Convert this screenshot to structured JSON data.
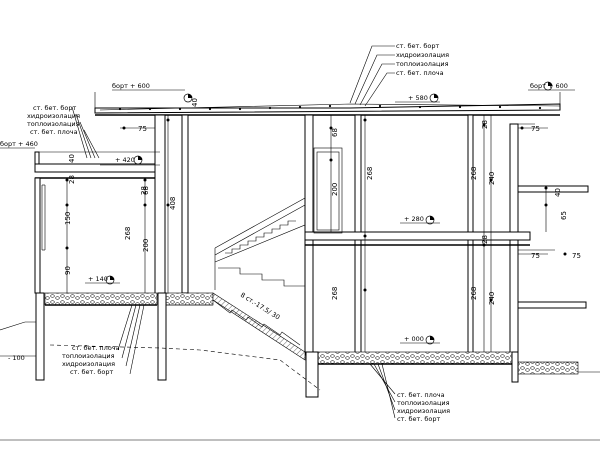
{
  "layers": {
    "roof": [
      "ст. бет. борт",
      "хидроизолация",
      "топлоизолация",
      "ст. бет. плоча"
    ],
    "left_terrace": [
      "ст. бет. борт",
      "хидроизолация",
      "топлоизолация",
      "ст. бет. плоча"
    ],
    "left_floor": [
      "ст. бет. плоча",
      "топлоизолация",
      "хидроизолация",
      "ст. бет. борт"
    ],
    "bottom_floor": [
      "ст. бет. плоча",
      "топлоизолация",
      "хидроизолация",
      "ст. бет. борт"
    ]
  },
  "levels": {
    "roof_left": "борт + 600",
    "roof_right": "борт + 600",
    "roof_mid": "+ 580",
    "terrace": "борт + 460",
    "terrace_floor": "+ 420",
    "left_floor": "+ 140",
    "upper_floor": "+ 280",
    "ground": "+ 000",
    "outside": "- 100"
  },
  "stair_label": "8 ст.-17.5/ 30",
  "dims": {
    "d40a": "40",
    "d75a": "75",
    "d68a": "68",
    "d28a": "28",
    "d75b": "75",
    "d40b": "40",
    "d28b": "28",
    "d68b": "68",
    "d408": "408",
    "d200a": "200",
    "d268a": "268",
    "d268b": "268",
    "d240a": "240",
    "d150": "150",
    "d268c": "268",
    "d200b": "200",
    "d90": "90",
    "d28c": "28",
    "d40c": "40",
    "d65": "65",
    "d75c": "75",
    "d75d": "75",
    "d268d": "268",
    "d268e": "268",
    "d240b": "240",
    "d28d": "28"
  }
}
